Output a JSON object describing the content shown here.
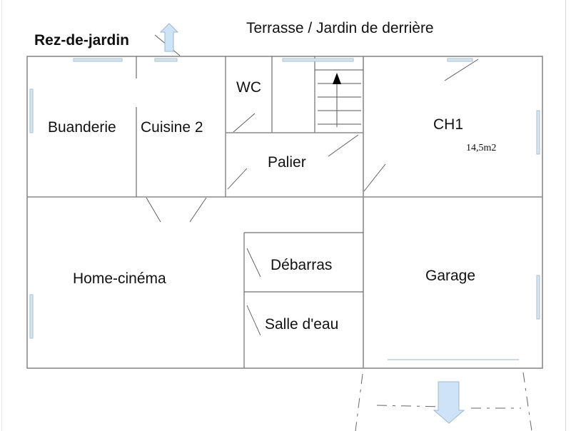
{
  "plan": {
    "title": "Rez-de-jardin",
    "exterior_top_label": "Terrasse / Jardin de derrière",
    "rooms": {
      "buanderie": {
        "label": "Buanderie"
      },
      "cuisine2": {
        "label": "Cuisine 2"
      },
      "wc": {
        "label": "WC"
      },
      "palier": {
        "label": "Palier"
      },
      "ch1": {
        "label": "CH1",
        "area": "14,5m2"
      },
      "home_cinema": {
        "label": "Home-cinéma"
      },
      "debarras": {
        "label": "Débarras"
      },
      "salle_eau": {
        "label": "Salle d'eau"
      },
      "garage": {
        "label": "Garage"
      }
    },
    "icons": {
      "top_arrow": "up-arrow-icon",
      "bottom_arrow": "down-arrow-icon",
      "stairs_arrow": "stairs-up-arrow-icon"
    },
    "colors": {
      "wall": "#8a8a8a",
      "window_fill": "#d6e6f1",
      "arrow_fill": "#cfe3f6",
      "text": "#111111"
    }
  }
}
